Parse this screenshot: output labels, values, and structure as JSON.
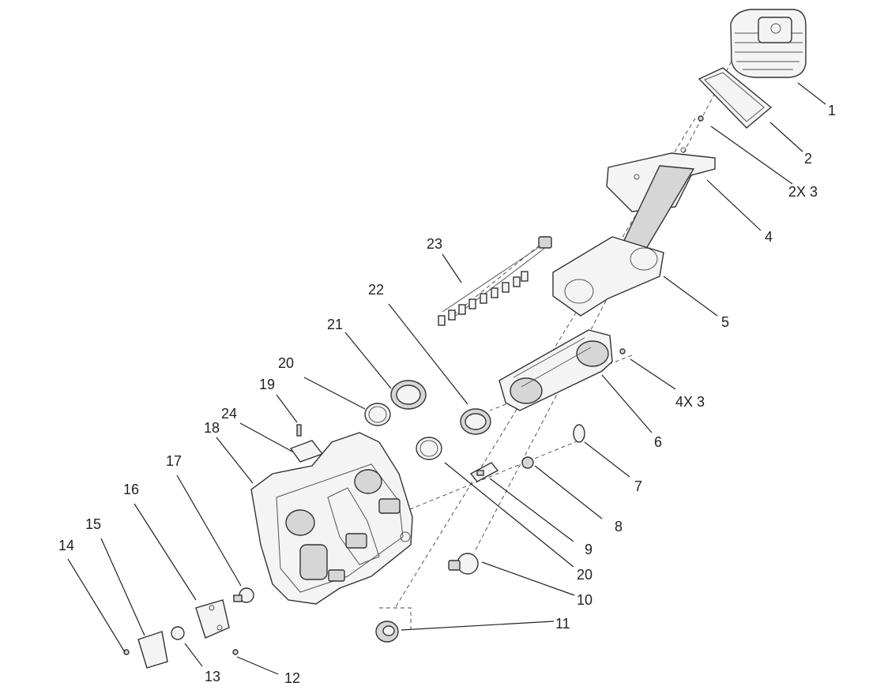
{
  "callouts": {
    "c1": "1",
    "c2": "2",
    "c2x3": "2X 3",
    "c4": "4",
    "c5": "5",
    "c4x3": "4X 3",
    "c6": "6",
    "c7": "7",
    "c8": "8",
    "c9": "9",
    "c20b": "20",
    "c10": "10",
    "c11": "11",
    "c12": "12",
    "c13": "13",
    "c14": "14",
    "c15": "15",
    "c16": "16",
    "c17": "17",
    "c18": "18",
    "c24": "24",
    "c19": "19",
    "c20a": "20",
    "c21": "21",
    "c22": "22",
    "c23": "23"
  }
}
